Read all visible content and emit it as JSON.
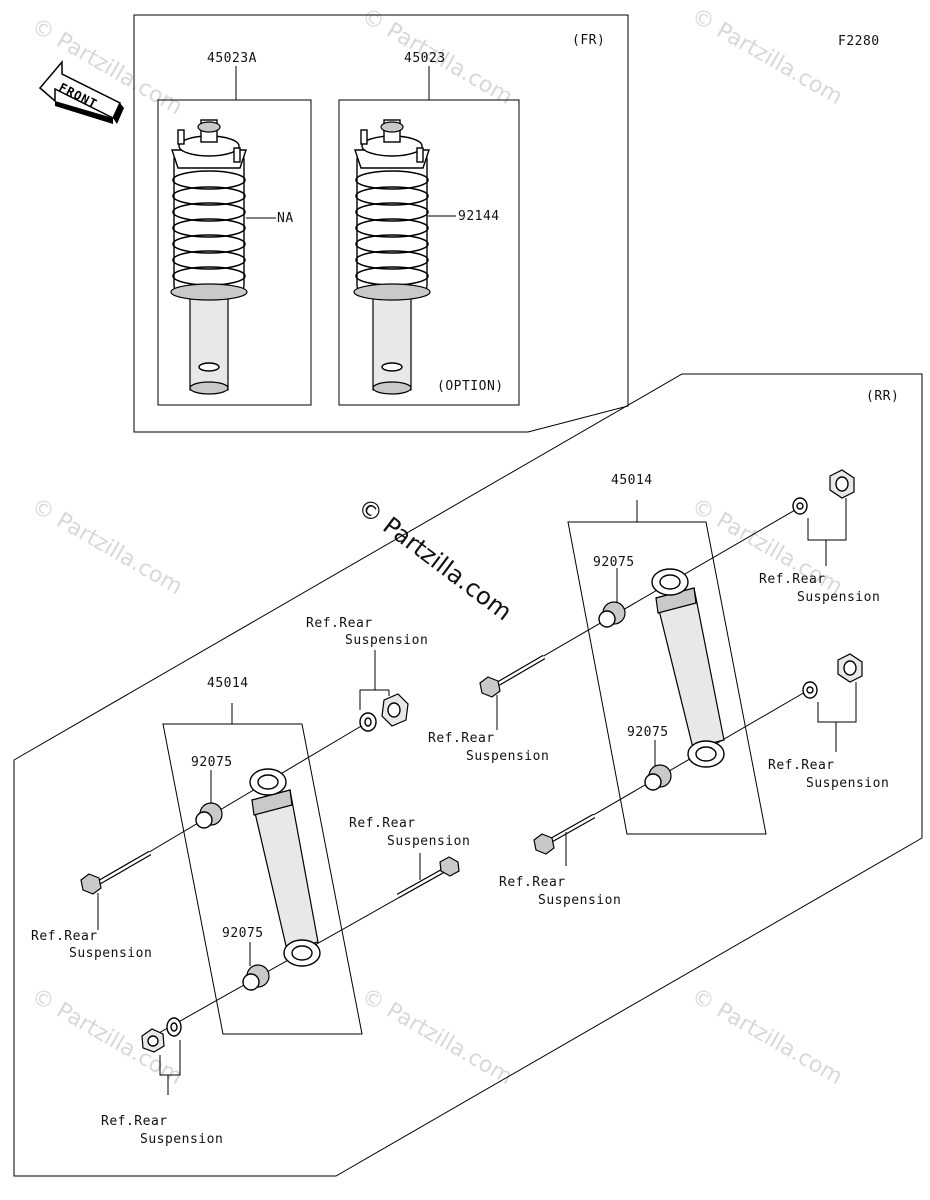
{
  "figure_code": "F2280",
  "front_badge": "FRONT",
  "watermark": {
    "text": "© Partzilla.com",
    "main_text": "© Partzilla.com"
  },
  "front_section": {
    "tag": "(FR)",
    "parts": {
      "shock_left": "45023A",
      "shock_right": "45023",
      "spring_left": "NA",
      "spring_right": "92144",
      "option_note": "(OPTION)"
    }
  },
  "rear_section": {
    "tag": "(RR)",
    "left_group": {
      "assembly": "45014",
      "bush_upper": "92075",
      "bush_lower": "92075"
    },
    "right_group": {
      "assembly": "45014",
      "bush_upper": "92075",
      "bush_lower": "92075"
    },
    "ref_line1": "Ref.Rear",
    "ref_line2": "Suspension"
  }
}
